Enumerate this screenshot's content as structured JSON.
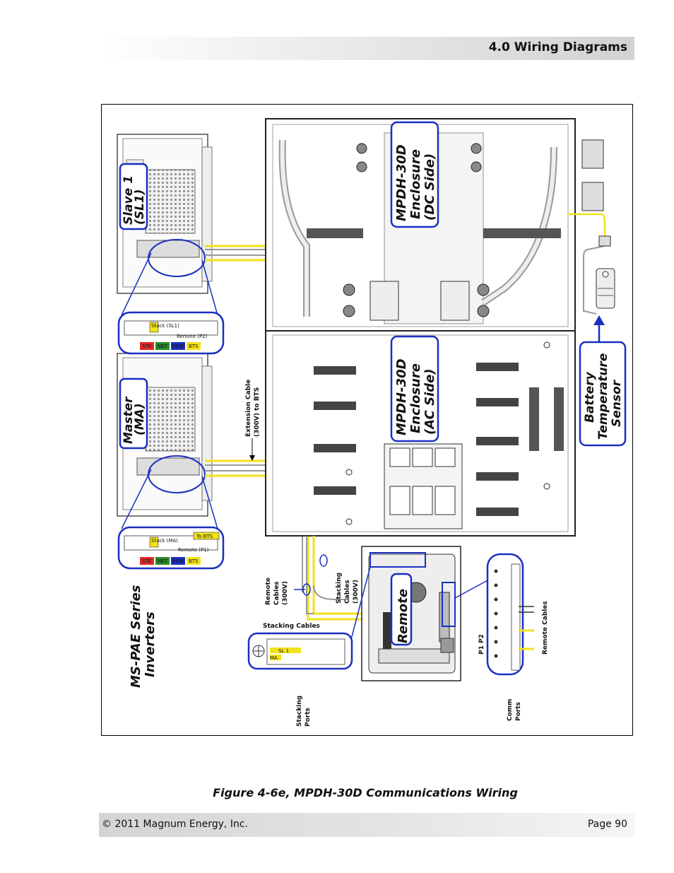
{
  "header": {
    "title": "4.0 Wiring Diagrams"
  },
  "diagram": {
    "callouts": {
      "slave": [
        "Slave 1",
        "(SL1)"
      ],
      "master": [
        "Master",
        "(MA)"
      ],
      "dc_side": [
        "MPDH-30D",
        "Enclosure",
        "(DC Side)"
      ],
      "ac_side": [
        "MPDH-30D",
        "Enclosure",
        "(AC Side)"
      ],
      "battery_sensor": [
        "Battery",
        "Temperature",
        "Sensor"
      ],
      "remote": "Remote",
      "inverters": [
        "MS-PAE Series",
        "Inverters"
      ]
    },
    "labels": {
      "extension_cable": [
        "Extension Cable",
        "(300V) to BTS"
      ],
      "remote_cables_300v": [
        "Remote",
        "Cables",
        "(300V)"
      ],
      "stacking_cables_300v": [
        "Stacking",
        "Cables",
        "(300V)"
      ],
      "stacking_cables": "Stacking Cables",
      "stacking_ports": [
        "Stacking",
        "Ports"
      ],
      "comm_ports": [
        "Comm",
        "Ports"
      ],
      "remote_cables": "Remote Cables",
      "p1_p2": "P1  P2",
      "stack_sl1": "Stack (SL1)",
      "remote_p2": "Remote (P2)",
      "stack_ma": "Stack (MA)",
      "remote_p1": "Remote (P1)",
      "to_bts": "To BTS",
      "sl1": "SL 1",
      "ma": "MA",
      "port_tags": [
        "STK",
        "NET",
        "REM",
        "BTS"
      ]
    },
    "colors": {
      "callout_border": "#1a2fbf",
      "cable_yellow": "#f2e21a",
      "stk": "#e0282a",
      "net": "#2a8a2a",
      "rem": "#1a2fbf",
      "bts": "#f2e21a"
    }
  },
  "caption": "Figure 4-6e, MPDH-30D Communications Wiring",
  "footer": {
    "copyright": "© 2011 Magnum Energy, Inc.",
    "page": "Page 90"
  }
}
